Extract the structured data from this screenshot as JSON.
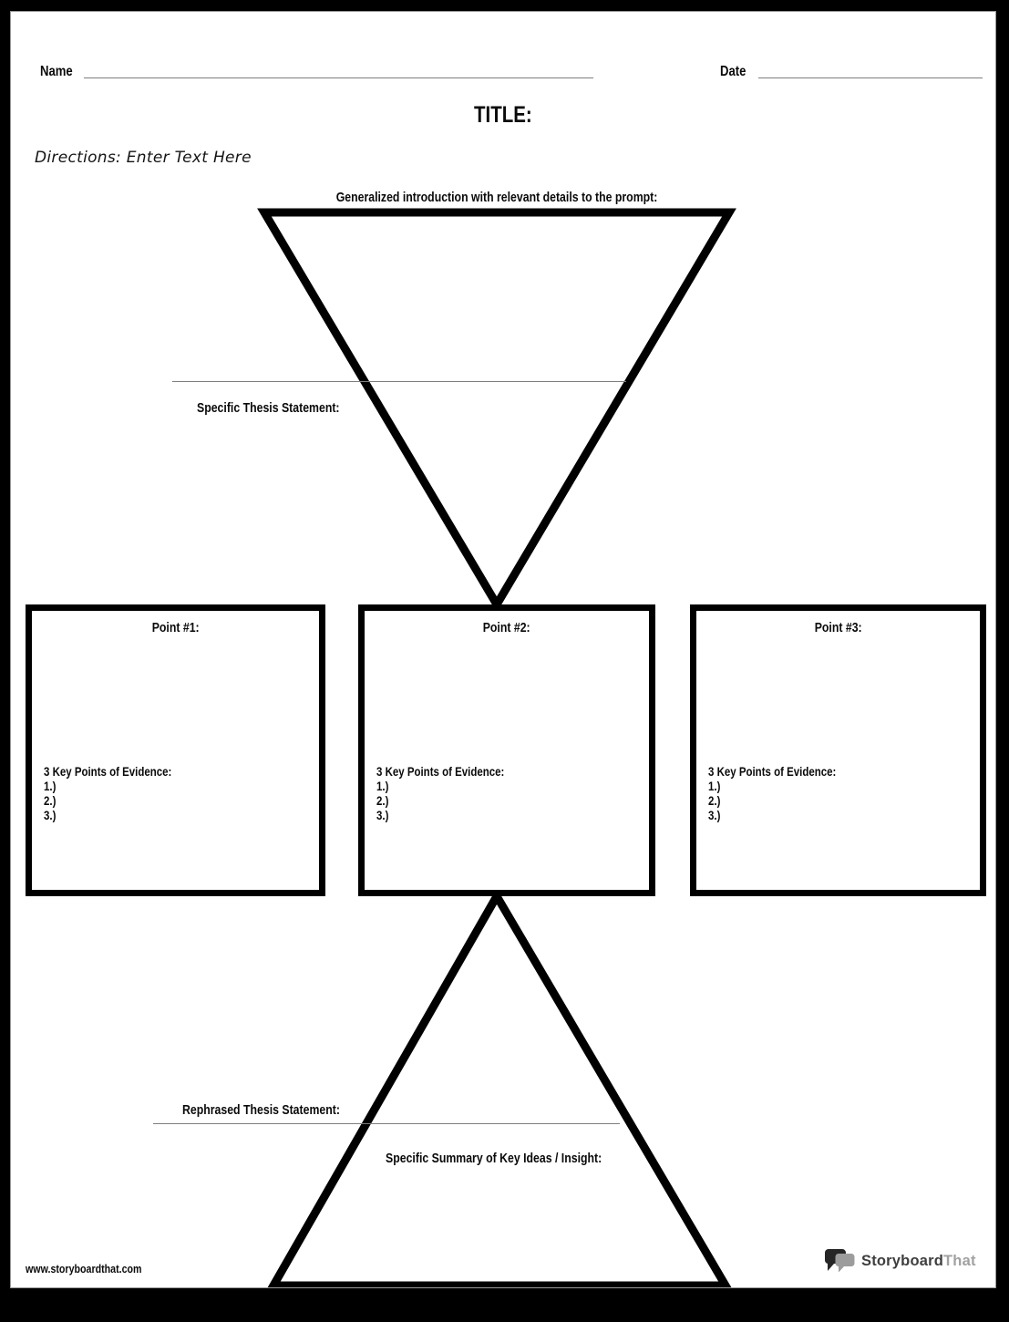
{
  "colors": {
    "ink": "#0a0a0a",
    "frame": "#000000",
    "write_line_gray": "#7e7e7e",
    "logo_dark": "#3e3e3e",
    "logo_gray": "#a1a1a1"
  },
  "header": {
    "name_label": "Name",
    "date_label": "Date",
    "title": "TITLE:",
    "directions": "Directions: Enter Text Here"
  },
  "funnel": {
    "intro_label": "Generalized introduction with relevant details to the prompt:",
    "thesis_label": "Specific Thesis Statement:"
  },
  "points": [
    {
      "title": "Point #1:",
      "evidence_label": "3 Key Points of Evidence:",
      "items": [
        "1.)",
        "2.)",
        "3.)"
      ]
    },
    {
      "title": "Point #2:",
      "evidence_label": "3 Key Points of Evidence:",
      "items": [
        "1.)",
        "2.)",
        "3.)"
      ]
    },
    {
      "title": "Point #3:",
      "evidence_label": "3 Key Points of Evidence:",
      "items": [
        "1.)",
        "2.)",
        "3.)"
      ]
    }
  ],
  "conclusion": {
    "rephrased_label": "Rephrased Thesis Statement:",
    "summary_label": "Specific Summary of Key Ideas / Insight:"
  },
  "footer": {
    "website": "www.storyboardthat.com",
    "logo_primary": "Storyboard",
    "logo_secondary": "That"
  }
}
